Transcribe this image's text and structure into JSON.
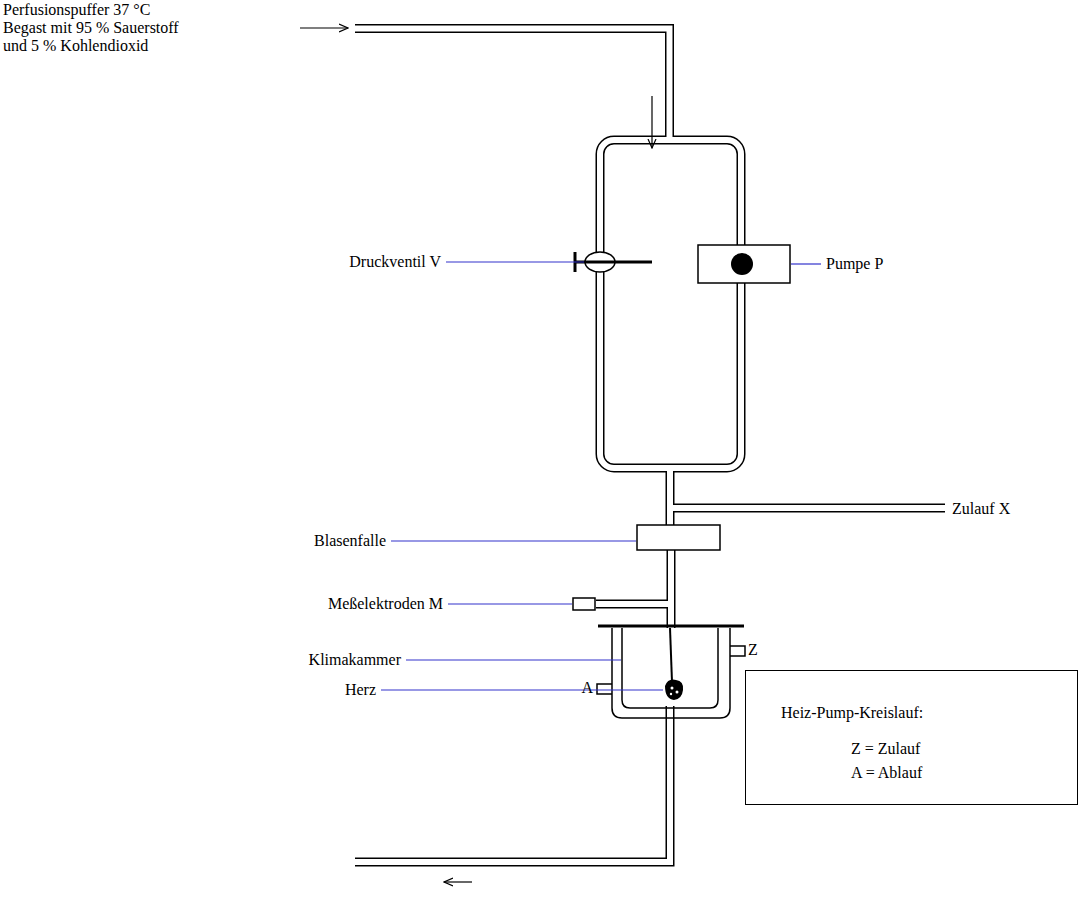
{
  "diagram": {
    "nodes": [
      {
        "text": [
          "Heiz-Pump-Kreislauf:",
          "Z = Zulauf",
          "A = Ablauf"
        ]
      }
    ],
    "labels": [
      "Perfusionspuffer 37 °C",
      "Begast mit 95 % Sauerstoff",
      "und 5 % Kohlendioxid",
      "Druckventil V",
      "Pumpe P",
      "Zulauf X",
      "Blasenfalle",
      "Meßelektroden M",
      "Klimakammer",
      "Herz",
      "Z",
      "A"
    ]
  }
}
